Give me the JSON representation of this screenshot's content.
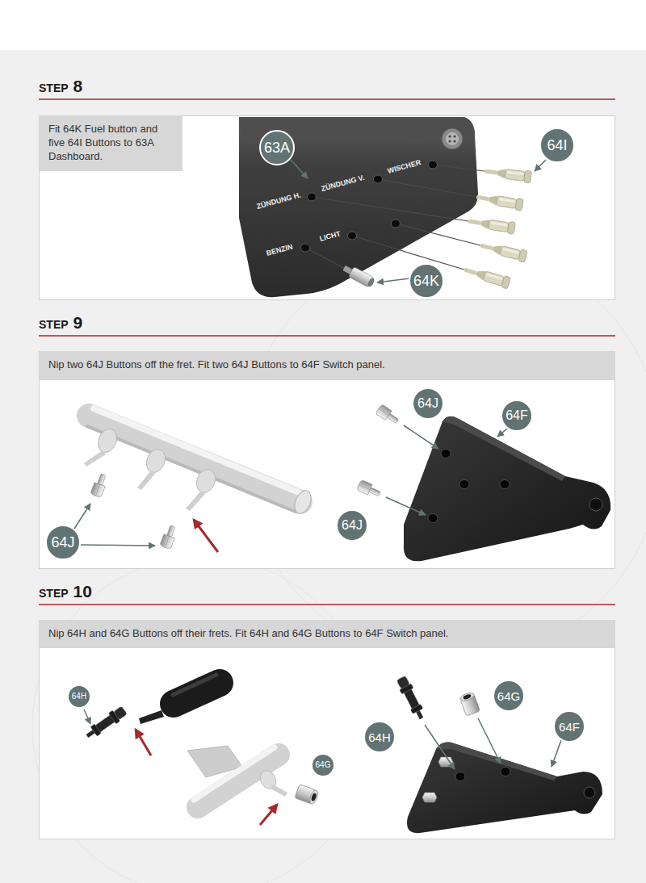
{
  "diagram": {
    "nodes": [
      {
        "text": [
          "Fit 64K Fuel button and five 64I Buttons to 63A Dashboard."
        ]
      },
      {
        "text": [
          "63A"
        ]
      },
      {
        "text": [
          "64I"
        ]
      },
      {
        "text": [
          "64K"
        ]
      },
      {
        "text": [
          "Nip two 64J Buttons off the fret. Fit two 64J Buttons to 64F Switch panel."
        ]
      },
      {
        "text": [
          "64J"
        ]
      },
      {
        "text": [
          "64J"
        ]
      },
      {
        "text": [
          "64F"
        ]
      },
      {
        "text": [
          "64J"
        ]
      },
      {
        "text": [
          "Nip 64H and 64G Buttons off their frets. Fit 64H and 64G Buttons to 64F Switch panel."
        ]
      },
      {
        "text": [
          "64H"
        ]
      },
      {
        "text": [
          "64G"
        ]
      },
      {
        "text": [
          "64G"
        ]
      },
      {
        "text": [
          "64H"
        ]
      },
      {
        "text": [
          "64F"
        ]
      }
    ],
    "labels": [
      "STEP",
      "8",
      "ZÜNDUNG H.",
      "ZÜNDUNG V.",
      "WISCHER",
      "BENZIN",
      "LICHT",
      "STEP",
      "9",
      "STEP",
      "10"
    ]
  }
}
